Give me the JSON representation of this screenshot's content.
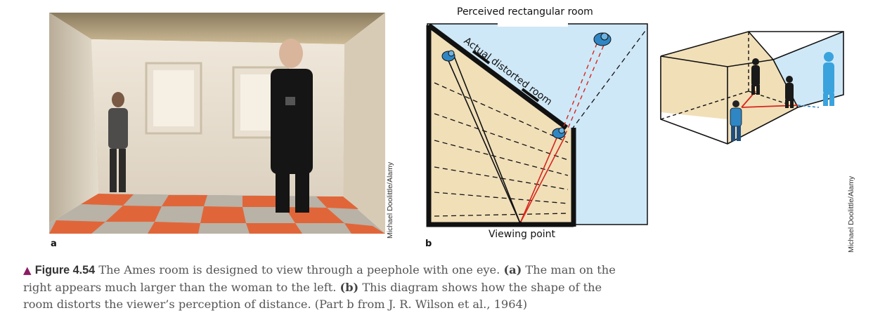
{
  "photo": {
    "credit": "Michael Doolittle/Alamy",
    "label": "a"
  },
  "diagram_b": {
    "label": "b",
    "perceived_label": "Perceived rectangular room",
    "actual_label": "Actual distorted room",
    "viewing_label": "Viewing point"
  },
  "diagram_3d": {
    "credit": "Michael Doolittle/Alamy"
  },
  "caption": {
    "figure": "Figure 4.54",
    "intro": "The Ames room is designed to view through a peephole with one eye.",
    "part_a_tag": "(a)",
    "part_a_text": "The man on the right appears much larger than the woman to the left.",
    "part_b_tag": "(b)",
    "part_b_text": "This diagram shows how the shape of the room distorts the viewer’s perception of distance. (Part b from J. R. Wilson et al., 1964)"
  },
  "colors": {
    "room_fill": "#f1dfb8",
    "sky_fill": "#cfe8f7",
    "red_line": "#d7261e",
    "figure_blue": "#2f86c4",
    "caption_triangle": "#8b1d63"
  }
}
